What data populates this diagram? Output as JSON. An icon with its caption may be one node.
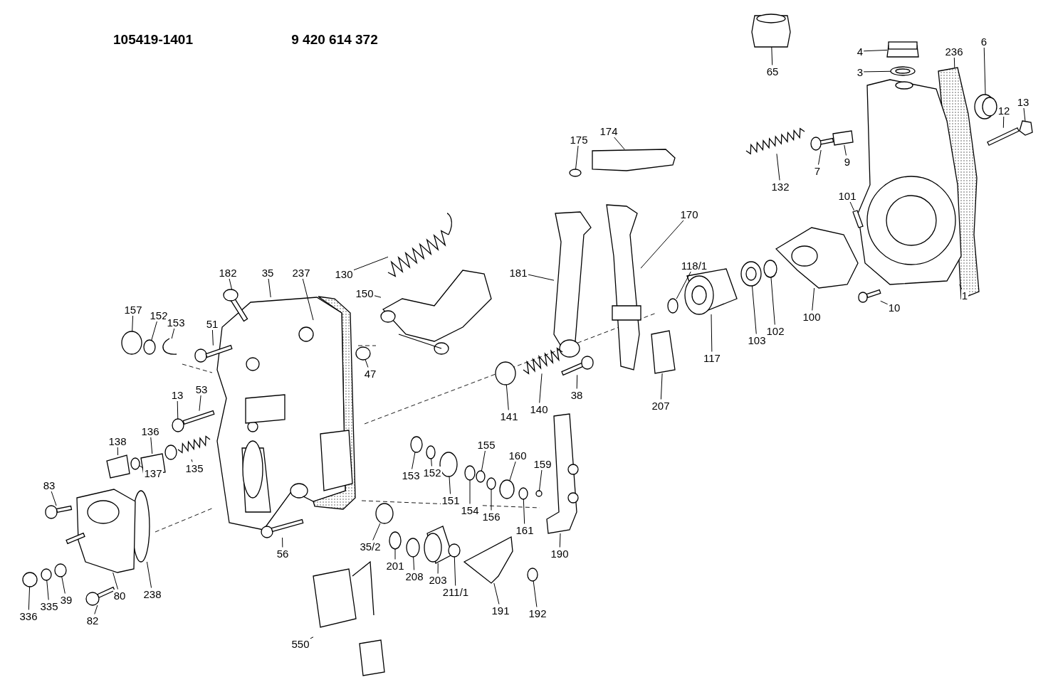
{
  "diagram": {
    "nodes": [
      {
        "text": [
          "65"
        ]
      },
      {
        "text": [
          "4"
        ]
      },
      {
        "text": [
          "3"
        ]
      },
      {
        "text": [
          "236"
        ]
      },
      {
        "text": [
          "6"
        ]
      },
      {
        "text": [
          "13"
        ]
      },
      {
        "text": [
          "12"
        ]
      },
      {
        "text": [
          "175"
        ]
      },
      {
        "text": [
          "174"
        ]
      },
      {
        "text": [
          "9"
        ]
      },
      {
        "text": [
          "7"
        ]
      },
      {
        "text": [
          "132"
        ]
      },
      {
        "text": [
          "101"
        ]
      },
      {
        "text": [
          "170"
        ]
      },
      {
        "text": [
          "118/1"
        ]
      },
      {
        "text": [
          "181"
        ]
      },
      {
        "text": [
          "130"
        ]
      },
      {
        "text": [
          "182"
        ]
      },
      {
        "text": [
          "35"
        ]
      },
      {
        "text": [
          "237"
        ]
      },
      {
        "text": [
          "10"
        ]
      },
      {
        "text": [
          "1"
        ]
      },
      {
        "text": [
          "150"
        ]
      },
      {
        "text": [
          "157"
        ]
      },
      {
        "text": [
          "152"
        ]
      },
      {
        "text": [
          "153"
        ]
      },
      {
        "text": [
          "51"
        ]
      },
      {
        "text": [
          "100"
        ]
      },
      {
        "text": [
          "102"
        ]
      },
      {
        "text": [
          "103"
        ]
      },
      {
        "text": [
          "117"
        ]
      },
      {
        "text": [
          "47"
        ]
      },
      {
        "text": [
          "53"
        ]
      },
      {
        "text": [
          "13"
        ]
      },
      {
        "text": [
          "38"
        ]
      },
      {
        "text": [
          "207"
        ]
      },
      {
        "text": [
          "140"
        ]
      },
      {
        "text": [
          "141"
        ]
      },
      {
        "text": [
          "136"
        ]
      },
      {
        "text": [
          "138"
        ]
      },
      {
        "text": [
          "155"
        ]
      },
      {
        "text": [
          "160"
        ]
      },
      {
        "text": [
          "159"
        ]
      },
      {
        "text": [
          "137"
        ]
      },
      {
        "text": [
          "135"
        ]
      },
      {
        "text": [
          "153"
        ]
      },
      {
        "text": [
          "152"
        ]
      },
      {
        "text": [
          "83"
        ]
      },
      {
        "text": [
          "151"
        ]
      },
      {
        "text": [
          "154"
        ]
      },
      {
        "text": [
          "156"
        ]
      },
      {
        "text": [
          "161"
        ]
      },
      {
        "text": [
          "56"
        ]
      },
      {
        "text": [
          "35/2"
        ]
      },
      {
        "text": [
          "190"
        ]
      },
      {
        "text": [
          "201"
        ]
      },
      {
        "text": [
          "208"
        ]
      },
      {
        "text": [
          "203"
        ]
      },
      {
        "text": [
          "238"
        ]
      },
      {
        "text": [
          "80"
        ]
      },
      {
        "text": [
          "39"
        ]
      },
      {
        "text": [
          "335"
        ]
      },
      {
        "text": [
          "211/1"
        ]
      },
      {
        "text": [
          "191"
        ]
      },
      {
        "text": [
          "192"
        ]
      },
      {
        "text": [
          "336"
        ]
      },
      {
        "text": [
          "82"
        ]
      },
      {
        "text": [
          "550"
        ]
      },
      {
        "text": [],
        "shape": "picture"
      },
      {
        "text": [],
        "shape": "box"
      },
      {
        "text": [],
        "shape": "picture"
      },
      {
        "text": [],
        "shape": "picture"
      },
      {
        "text": [],
        "shape": "picture"
      },
      {
        "text": [],
        "shape": "picture"
      },
      {
        "text": [],
        "shape": "bar"
      },
      {
        "text": [],
        "shape": "circle"
      },
      {
        "text": [],
        "shape": "bar"
      },
      {
        "text": [],
        "shape": "box"
      },
      {
        "text": [],
        "shape": "picture"
      },
      {
        "text": [],
        "shape": "picture"
      },
      {
        "text": [],
        "shape": "picture"
      },
      {
        "text": [],
        "shape": "picture"
      },
      {
        "text": [],
        "shape": "circle"
      },
      {
        "text": [],
        "shape": "picture"
      },
      {
        "text": [],
        "shape": "picture"
      },
      {
        "text": [],
        "shape": "picture"
      },
      {
        "text": [],
        "shape": "picture"
      },
      {
        "text": [],
        "shape": "picture"
      },
      {
        "text": [],
        "shape": "bar"
      },
      {
        "text": [],
        "shape": "picture"
      },
      {
        "text": [],
        "shape": "picture"
      },
      {
        "text": [],
        "shape": "circle"
      },
      {
        "text": [],
        "shape": "circle"
      },
      {
        "text": [],
        "shape": "picture"
      },
      {
        "text": [],
        "shape": "bar"
      },
      {
        "text": [],
        "shape": "picture"
      },
      {
        "text": [],
        "shape": "circle"
      },
      {
        "text": [],
        "shape": "picture"
      },
      {
        "text": [],
        "shape": "picture"
      },
      {
        "text": [],
        "shape": "circle"
      },
      {
        "text": [],
        "shape": "bar"
      },
      {
        "text": [],
        "shape": "circle"
      },
      {
        "text": [],
        "shape": "bar"
      },
      {
        "text": [],
        "shape": "box"
      },
      {
        "text": [],
        "shape": "picture"
      },
      {
        "text": [],
        "shape": "circle"
      },
      {
        "text": [],
        "shape": "box"
      },
      {
        "text": [],
        "shape": "box"
      },
      {
        "text": [],
        "shape": "circle"
      },
      {
        "text": [],
        "shape": "circle"
      },
      {
        "text": [],
        "shape": "circle"
      },
      {
        "text": [],
        "shape": "circle"
      },
      {
        "text": [],
        "shape": "picture"
      },
      {
        "text": [],
        "shape": "circle"
      },
      {
        "text": [],
        "shape": "circle"
      },
      {
        "text": [],
        "shape": "bar"
      },
      {
        "text": [],
        "shape": "circle"
      },
      {
        "text": [],
        "shape": "circle"
      },
      {
        "text": [],
        "shape": "circle"
      },
      {
        "text": [],
        "shape": "circle"
      },
      {
        "text": [],
        "shape": "bar"
      },
      {
        "text": [],
        "shape": "circle"
      },
      {
        "text": [],
        "shape": "picture"
      },
      {
        "text": [],
        "shape": "circle"
      },
      {
        "text": [],
        "shape": "circle"
      },
      {
        "text": [],
        "shape": "picture"
      },
      {
        "text": [],
        "shape": "circle"
      },
      {
        "text": [],
        "shape": "picture"
      },
      {
        "text": [],
        "shape": "circle"
      },
      {
        "text": [],
        "shape": "circle"
      },
      {
        "text": [],
        "shape": "circle"
      },
      {
        "text": [],
        "shape": "box"
      },
      {
        "text": [],
        "shape": "circle"
      },
      {
        "text": [],
        "shape": "circle"
      },
      {
        "text": [],
        "shape": "bar"
      },
      {
        "text": [],
        "shape": "picture"
      }
    ],
    "edges": [
      {
        "from": 0,
        "to": 68,
        "arrow": "none"
      },
      {
        "from": 1,
        "to": 69,
        "arrow": "none"
      },
      {
        "from": 2,
        "to": 70,
        "arrow": "none"
      },
      {
        "from": 3,
        "to": 71,
        "arrow": "none"
      },
      {
        "from": 4,
        "to": 72,
        "arrow": "none"
      },
      {
        "from": 5,
        "to": 73,
        "arrow": "none"
      },
      {
        "from": 6,
        "to": 74,
        "arrow": "none"
      },
      {
        "from": 7,
        "to": 75,
        "arrow": "none"
      },
      {
        "from": 8,
        "to": 76,
        "arrow": "none"
      },
      {
        "from": 9,
        "to": 77,
        "arrow": "none"
      },
      {
        "from": 10,
        "to": 78,
        "arrow": "none"
      },
      {
        "from": 11,
        "to": 79,
        "arrow": "none"
      },
      {
        "from": 12,
        "to": 80,
        "arrow": "none"
      },
      {
        "from": 13,
        "to": 81,
        "arrow": "none"
      },
      {
        "from": 14,
        "to": 82,
        "arrow": "none"
      },
      {
        "from": 15,
        "to": 83,
        "arrow": "none"
      },
      {
        "from": 16,
        "to": 84,
        "arrow": "none"
      },
      {
        "from": 17,
        "to": 85,
        "arrow": "none"
      },
      {
        "from": 18,
        "to": 86,
        "arrow": "none"
      },
      {
        "from": 19,
        "to": 87,
        "arrow": "none"
      },
      {
        "from": 20,
        "to": 88,
        "arrow": "none"
      },
      {
        "from": 21,
        "to": 89,
        "arrow": "none"
      },
      {
        "from": 22,
        "to": 90,
        "arrow": "none"
      },
      {
        "from": 23,
        "to": 91,
        "arrow": "none"
      },
      {
        "from": 24,
        "to": 92,
        "arrow": "none"
      },
      {
        "from": 25,
        "to": 93,
        "arrow": "none"
      },
      {
        "from": 26,
        "to": 94,
        "arrow": "none"
      },
      {
        "from": 27,
        "to": 95,
        "arrow": "none"
      },
      {
        "from": 28,
        "to": 96,
        "arrow": "none"
      },
      {
        "from": 29,
        "to": 97,
        "arrow": "none"
      },
      {
        "from": 30,
        "to": 98,
        "arrow": "none"
      },
      {
        "from": 31,
        "to": 99,
        "arrow": "none"
      },
      {
        "from": 32,
        "to": 100,
        "arrow": "none"
      },
      {
        "from": 33,
        "to": 101,
        "arrow": "none"
      },
      {
        "from": 34,
        "to": 102,
        "arrow": "none"
      },
      {
        "from": 35,
        "to": 103,
        "arrow": "none"
      },
      {
        "from": 36,
        "to": 104,
        "arrow": "none"
      },
      {
        "from": 37,
        "to": 105,
        "arrow": "none"
      },
      {
        "from": 38,
        "to": 106,
        "arrow": "none"
      },
      {
        "from": 39,
        "to": 107,
        "arrow": "none"
      },
      {
        "from": 40,
        "to": 108,
        "arrow": "none"
      },
      {
        "from": 41,
        "to": 109,
        "arrow": "none"
      },
      {
        "from": 42,
        "to": 110,
        "arrow": "none"
      },
      {
        "from": 43,
        "to": 111,
        "arrow": "none"
      },
      {
        "from": 44,
        "to": 112,
        "arrow": "none"
      },
      {
        "from": 45,
        "to": 113,
        "arrow": "none"
      },
      {
        "from": 46,
        "to": 114,
        "arrow": "none"
      },
      {
        "from": 47,
        "to": 115,
        "arrow": "none"
      },
      {
        "from": 48,
        "to": 116,
        "arrow": "none"
      },
      {
        "from": 49,
        "to": 117,
        "arrow": "none"
      },
      {
        "from": 50,
        "to": 118,
        "arrow": "none"
      },
      {
        "from": 51,
        "to": 119,
        "arrow": "none"
      },
      {
        "from": 52,
        "to": 120,
        "arrow": "none"
      },
      {
        "from": 53,
        "to": 121,
        "arrow": "none"
      },
      {
        "from": 54,
        "to": 122,
        "arrow": "none"
      },
      {
        "from": 55,
        "to": 123,
        "arrow": "none"
      },
      {
        "from": 56,
        "to": 124,
        "arrow": "none"
      },
      {
        "from": 57,
        "to": 125,
        "arrow": "none"
      },
      {
        "from": 58,
        "to": 126,
        "arrow": "none"
      },
      {
        "from": 59,
        "to": 127,
        "arrow": "none"
      },
      {
        "from": 60,
        "to": 128,
        "arrow": "none"
      },
      {
        "from": 61,
        "to": 129,
        "arrow": "none"
      },
      {
        "from": 62,
        "to": 130,
        "arrow": "none"
      },
      {
        "from": 63,
        "to": 131,
        "arrow": "none"
      },
      {
        "from": 64,
        "to": 132,
        "arrow": "none"
      },
      {
        "from": 65,
        "to": 133,
        "arrow": "none"
      },
      {
        "from": 66,
        "to": 134,
        "arrow": "none"
      },
      {
        "from": 67,
        "to": 135,
        "arrow": "none"
      }
    ],
    "labels": [
      "105419-1401",
      "9 420 614 372"
    ]
  }
}
